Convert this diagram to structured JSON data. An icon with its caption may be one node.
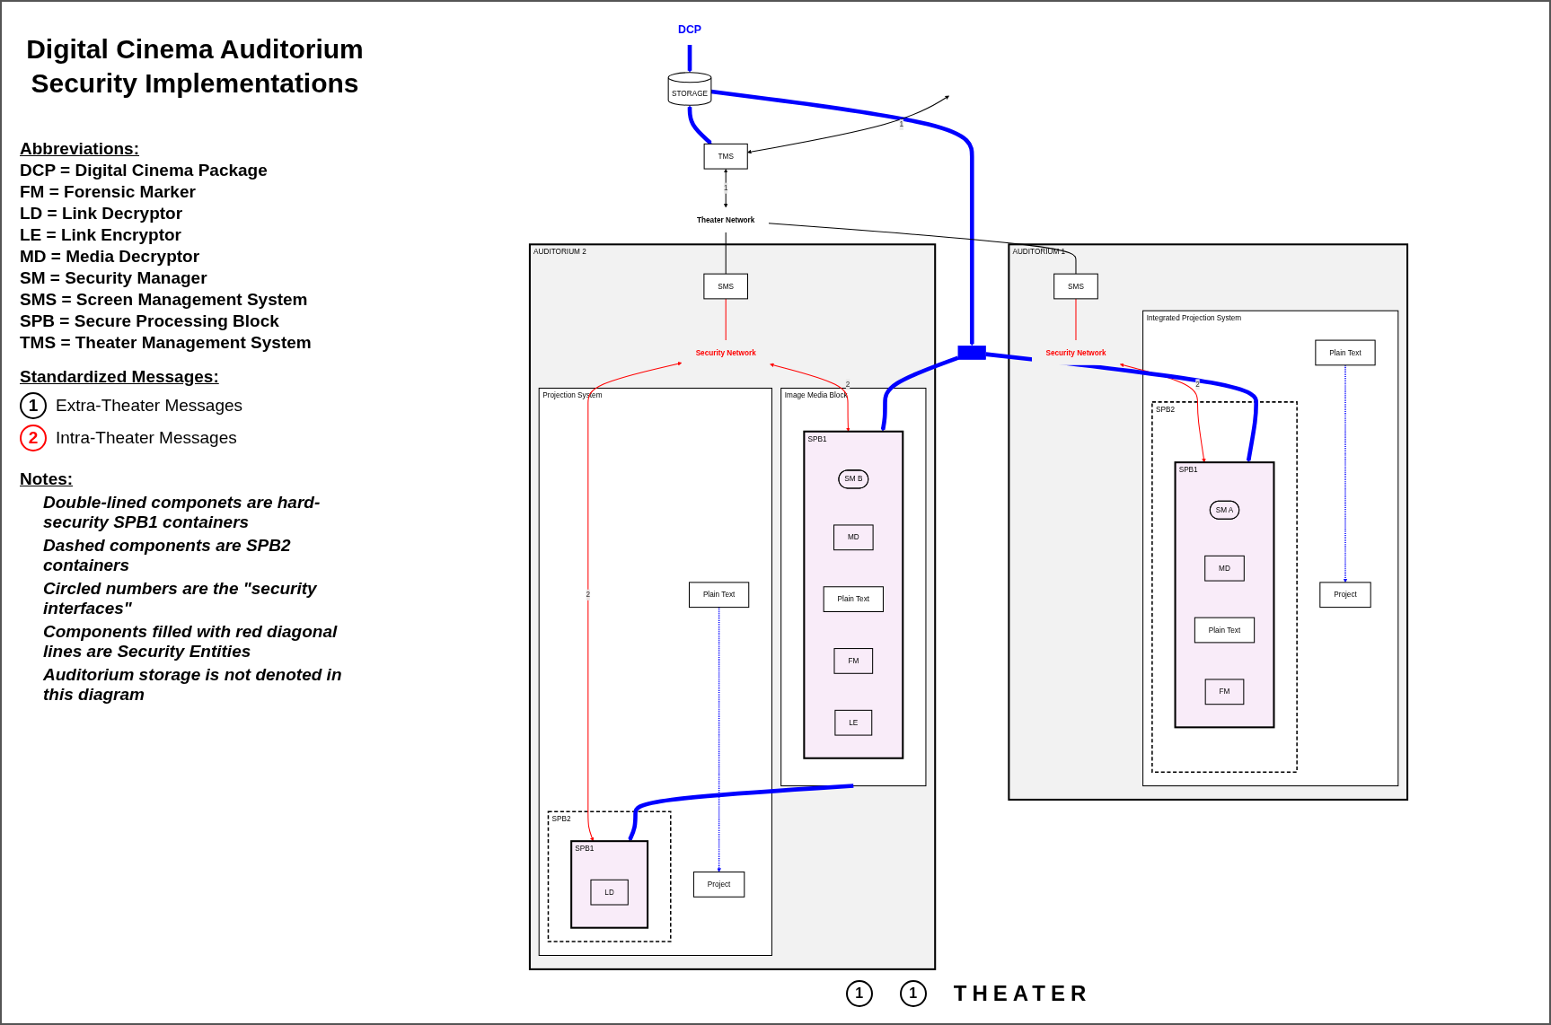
{
  "diagram": {
    "title": "Digital Cinema Auditorium Security Implementations",
    "nodes": [
      {
        "text": [
          "DCP"
        ]
      },
      {
        "text": [
          "STORAGE"
        ]
      },
      {
        "text": [
          "TMS"
        ]
      },
      {
        "text": [
          "Theater Network"
        ]
      },
      {
        "text": [],
        "shape": "bar"
      },
      {
        "text": [
          "AUDITORIUM 1"
        ]
      },
      {
        "text": [
          "SMS"
        ],
        "in": 5
      },
      {
        "text": [
          "Security Network"
        ],
        "in": 5
      },
      {
        "text": [
          "Integrated Projection System"
        ],
        "in": 5
      },
      {
        "text": [
          "SPB2"
        ],
        "in": 8
      },
      {
        "text": [
          "SPB1"
        ],
        "in": 9
      },
      {
        "text": [
          "SM A"
        ],
        "in": 10
      },
      {
        "text": [
          "MD"
        ],
        "in": 10
      },
      {
        "text": [
          "Plain Text"
        ],
        "in": 10
      },
      {
        "text": [
          "FM"
        ],
        "in": 10
      },
      {
        "text": [
          "Plain Text"
        ],
        "in": 8
      },
      {
        "text": [
          "Project"
        ],
        "in": 8
      },
      {
        "text": [
          "AUDITORIUM 2"
        ]
      },
      {
        "text": [
          "SMS"
        ],
        "in": 17
      },
      {
        "text": [
          "Security Network"
        ],
        "in": 17
      },
      {
        "text": [
          "Image Media Block"
        ],
        "in": 17
      },
      {
        "text": [
          "SPB1"
        ],
        "in": 20
      },
      {
        "text": [
          "SM B"
        ],
        "in": 21
      },
      {
        "text": [
          "MD"
        ],
        "in": 21
      },
      {
        "text": [
          "Plain Text"
        ],
        "in": 21
      },
      {
        "text": [
          "FM"
        ],
        "in": 21
      },
      {
        "text": [
          "LE"
        ],
        "in": 21
      },
      {
        "text": [
          "Projection System"
        ],
        "in": 17
      },
      {
        "text": [
          "SPB2"
        ],
        "in": 27
      },
      {
        "text": [
          "SPB1"
        ],
        "in": 28
      },
      {
        "text": [
          "LD"
        ],
        "in": 29
      },
      {
        "text": [
          "Plain Text"
        ],
        "in": 27
      },
      {
        "text": [
          "Project"
        ],
        "in": 27
      }
    ],
    "edges": [
      {
        "from": 0,
        "to": 1,
        "arrow": "to",
        "style": "thick",
        "color": "#0000ff"
      },
      {
        "from": 1,
        "to": 4,
        "arrow": "to",
        "style": "thick",
        "color": "#0000ff"
      },
      {
        "from": 1,
        "to": 2,
        "arrow": "both",
        "style": "thick",
        "color": "#0000ff"
      },
      {
        "from": null,
        "to": 2,
        "arrow": "both",
        "label": "1",
        "color": "#000000"
      },
      {
        "from": 2,
        "to": 3,
        "arrow": "both",
        "label": "1",
        "color": "#000000"
      },
      {
        "from": 3,
        "to": 6,
        "arrow": "none",
        "color": "#000000"
      },
      {
        "from": 3,
        "to": 18,
        "arrow": "none",
        "color": "#000000"
      },
      {
        "from": 6,
        "to": 7,
        "arrow": "none",
        "color": "#ff0000"
      },
      {
        "from": 7,
        "to": 10,
        "arrow": "both",
        "label": "2",
        "color": "#ff0000"
      },
      {
        "from": 4,
        "to": 10,
        "arrow": "to",
        "style": "thick",
        "color": "#0000ff"
      },
      {
        "from": 15,
        "to": 16,
        "arrow": "to",
        "style": "dashed",
        "color": "#0000ff"
      },
      {
        "from": 18,
        "to": 19,
        "arrow": "none",
        "color": "#ff0000"
      },
      {
        "from": 19,
        "to": 21,
        "arrow": "both",
        "label": "2",
        "color": "#ff0000"
      },
      {
        "from": 19,
        "to": 29,
        "arrow": "both",
        "label": "2",
        "color": "#ff0000"
      },
      {
        "from": 4,
        "to": 21,
        "arrow": "to",
        "style": "thick",
        "color": "#0000ff"
      },
      {
        "from": 20,
        "to": 29,
        "arrow": "to",
        "style": "thick",
        "color": "#0000ff"
      },
      {
        "from": 31,
        "to": 32,
        "arrow": "to",
        "style": "dashed",
        "color": "#0000ff"
      }
    ],
    "labels": [
      "Abbreviations:",
      "DCP = Digital Cinema Package",
      "FM = Forensic Marker",
      "LD = Link Decryptor",
      "LE = Link Encryptor",
      "MD = Media Decryptor",
      "SM = Security Manager",
      "SMS = Screen Management System",
      "SPB = Secure Processing Block",
      "TMS = Theater Management System",
      "Standardized Messages:",
      "1",
      "2",
      "Notes:",
      "Double-lined componets are hard-security SPB1 containers",
      "Dashed components are SPB2 containers",
      "Circled numbers are the \"security interfaces\"",
      "Components filled with red diagonal lines are Security Entities",
      "Auditorium storage is not denoted in this diagram",
      "1",
      "1",
      "THEATER"
    ],
    "legend": [
      {
        "text": "Extra-Theater Messages"
      },
      {
        "text": "Intra-Theater Messages"
      }
    ]
  }
}
